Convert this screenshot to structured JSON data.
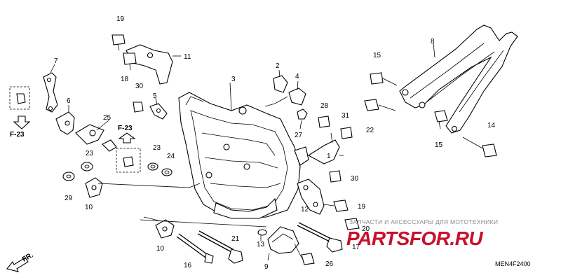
{
  "callouts": {
    "c1": "1",
    "c2": "2",
    "c3": "3",
    "c4": "4",
    "c5": "5",
    "c6": "6",
    "c7": "7",
    "c8": "8",
    "c9": "9",
    "c10a": "10",
    "c10b": "10",
    "c11": "11",
    "c12": "12",
    "c13": "13",
    "c14": "14",
    "c15a": "15",
    "c15b": "15",
    "c16": "16",
    "c17": "17",
    "c18": "18",
    "c19a": "19",
    "c19b": "19",
    "c20": "20",
    "c21": "21",
    "c22": "22",
    "c23a": "23",
    "c23b": "23",
    "c24": "24",
    "c25": "25",
    "c26": "26",
    "c27": "27",
    "c28": "28",
    "c29": "29",
    "c30a": "30",
    "c30b": "30",
    "c31": "31"
  },
  "refs": {
    "f23_left": "F-23",
    "f23_mid": "F-23",
    "fr": "FR."
  },
  "diagram_code": "MEN4F2400",
  "watermark": {
    "caption": "ЗАПЧАСТИ И АКСЕССУАРЫ ДЛЯ МОТОТЕХНИКИ",
    "logo": "PARTSFOR.RU",
    "logo_color": "#c8102e"
  }
}
